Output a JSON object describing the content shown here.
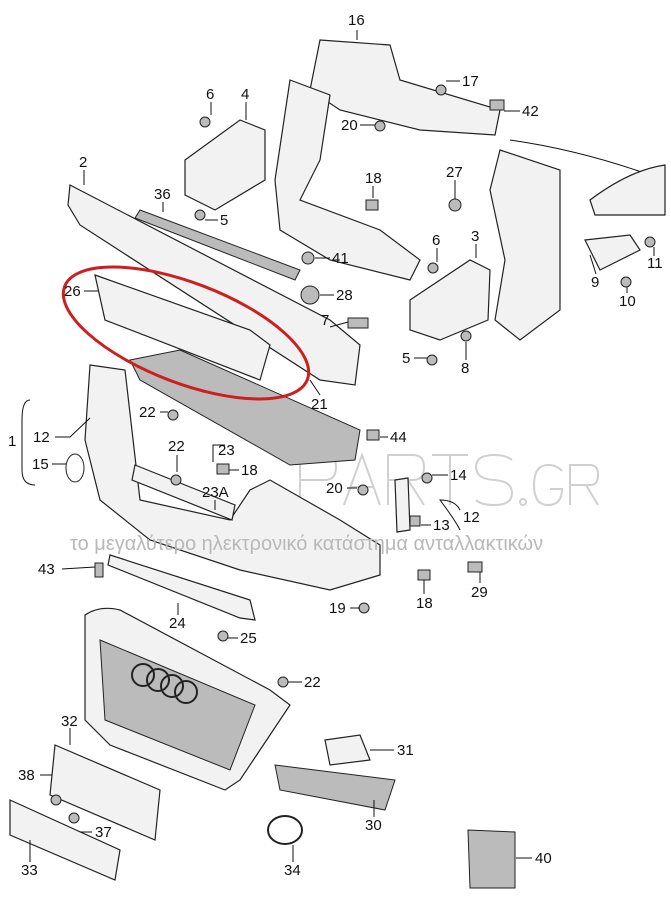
{
  "diagram": {
    "watermark": "PARTS.GR",
    "watermark_tagline": "το μεγαλύτερο ηλεκτρονικό κατάστημα ανταλλακτικών",
    "highlight_color": "#cc1f1f",
    "highlighted_part": "26",
    "labels": [
      "16",
      "17",
      "42",
      "6",
      "4",
      "20",
      "2",
      "36",
      "18",
      "27",
      "5",
      "6",
      "3",
      "41",
      "9",
      "11",
      "10",
      "26",
      "28",
      "7",
      "5",
      "8",
      "21",
      "22",
      "44",
      "1",
      "12",
      "22",
      "23",
      "15",
      "18",
      "14",
      "20",
      "23A",
      "12",
      "13",
      "43",
      "29",
      "19",
      "18",
      "24",
      "25",
      "22",
      "32",
      "31",
      "38",
      "30",
      "37",
      "34",
      "40",
      "33"
    ]
  }
}
